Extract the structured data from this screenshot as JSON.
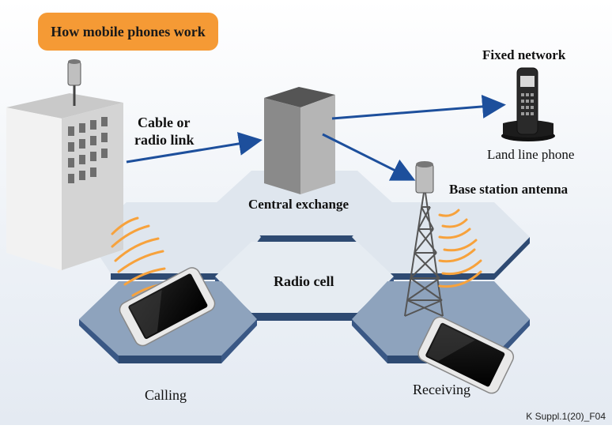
{
  "title": "How mobile phones work",
  "labels": {
    "cable_or": "Cable or",
    "radio_link": "radio link",
    "central_exchange": "Central exchange",
    "fixed_network": "Fixed network",
    "land_line_phone": "Land line phone",
    "base_station_antenna": "Base station antenna",
    "radio_cell": "Radio cell",
    "calling": "Calling",
    "receiving": "Receiving"
  },
  "figure_id": "K Suppl.1(20)_F04",
  "colors": {
    "title_bg": "#f59a35",
    "arrow": "#1d4f9c",
    "hex_top": "#dfe6ee",
    "hex_side": "#2e4a72",
    "hex_dark_top": "#8ea3bd",
    "waves": "#f7a23c",
    "building": "#d9d9d9"
  },
  "icons": [
    "mobile-phone-icon",
    "land-line-phone-icon",
    "antenna-tower-icon",
    "building-icon",
    "central-exchange-icon"
  ]
}
